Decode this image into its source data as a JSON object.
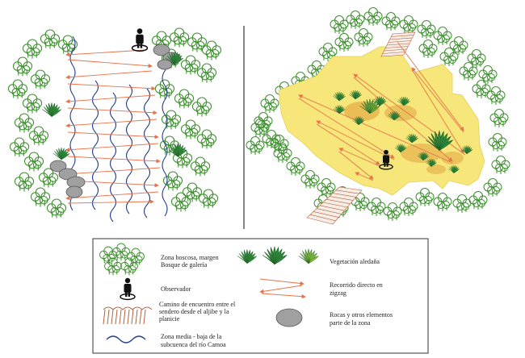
{
  "legend": {
    "items": [
      {
        "key": "forest",
        "lines": [
          "Zona boscosa, margen",
          "Bosque de galería"
        ]
      },
      {
        "key": "vegetation",
        "lines": [
          "Vegetación aledaña"
        ]
      },
      {
        "key": "observer",
        "lines": [
          "Observador"
        ]
      },
      {
        "key": "zigzag",
        "lines": [
          "Recorrido directo en",
          "zigzag"
        ]
      },
      {
        "key": "path",
        "lines": [
          "Camino de encuentro entre el",
          "sendero desde el aljibe y la",
          "planicie"
        ]
      },
      {
        "key": "rocks",
        "lines": [
          "Rocas y otros elementos",
          "parte de la zona"
        ]
      },
      {
        "key": "river",
        "lines": [
          "Zona media - baja de la",
          "subcuenca del río Camoa"
        ]
      }
    ]
  },
  "icons": {
    "forest": "tree-cluster-icon",
    "vegetation": "shrub-icon",
    "observer": "person-icon",
    "zigzag": "zigzag-arrow-icon",
    "path": "fence-path-icon",
    "rocks": "rock-icon",
    "river": "wave-icon"
  },
  "colors": {
    "tree": "#3a8f2a",
    "shrub": "#2f8a3a",
    "zone_fill": "#f7e77a",
    "zone_dark": "#e6b450",
    "arrow": "#e8734a",
    "river": "#1f3f8a",
    "rock": "#a0a0a0",
    "path": "#b5603a",
    "divider": "#333333"
  }
}
